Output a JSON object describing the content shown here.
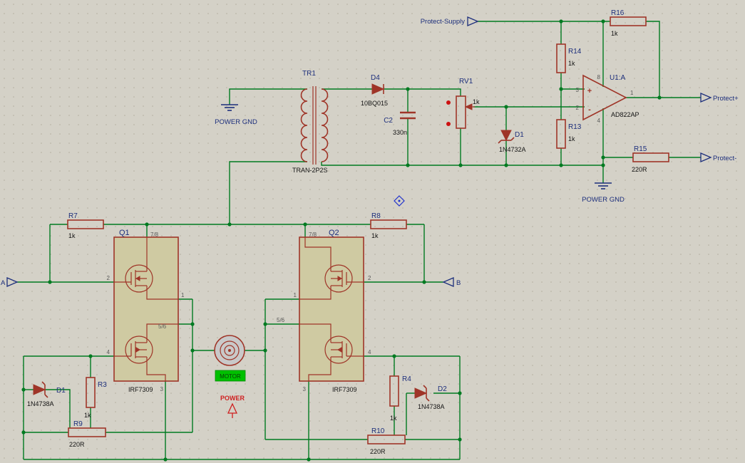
{
  "colors": {
    "background": "#d4d1c7",
    "grid_dot": "#b2ae9e",
    "wire": "#007a21",
    "part": "#9f3528",
    "label": "#1d2f7c",
    "value": "#141414",
    "pin": "#5a5a5a",
    "power_text": "#cf1f1f",
    "highlight": "#00c000",
    "origin_marker": "#2233cc",
    "rv1_dot": "#cc1111",
    "mosfet_fill": "#cfcaa2",
    "motor_fill": "#c9c9c9"
  },
  "terminals": {
    "protect_supply": "Protect-Supply",
    "protect_plus": "Protect+",
    "protect_minus": "Protect-",
    "input_a": "A",
    "input_b": "B",
    "power": "POWER",
    "power_gnd_left": "POWER GND",
    "power_gnd_right": "POWER GND"
  },
  "components": {
    "tr1": {
      "ref": "TR1",
      "value": "TRAN-2P2S"
    },
    "d4": {
      "ref": "D4",
      "value": "10BQ015"
    },
    "c2": {
      "ref": "C2",
      "value": "330n"
    },
    "rv1": {
      "ref": "RV1",
      "value": "1k"
    },
    "d1_zener": {
      "ref": "D1",
      "value": "1N4732A"
    },
    "r14": {
      "ref": "R14",
      "value": "1k"
    },
    "r13": {
      "ref": "R13",
      "value": "1k"
    },
    "r16": {
      "ref": "R16",
      "value": "1k"
    },
    "r15": {
      "ref": "R15",
      "value": "220R"
    },
    "u1": {
      "ref": "U1:A",
      "value": "AD822AP",
      "pin_out": "1",
      "pin_inv": "2",
      "pin_noninv": "3",
      "pin_vneg": "4",
      "pin_vpos": "8",
      "plus": "+",
      "minus": "-"
    },
    "r7": {
      "ref": "R7",
      "value": "1k"
    },
    "r8": {
      "ref": "R8",
      "value": "1k"
    },
    "q1": {
      "ref": "Q1",
      "value": "IRF7309",
      "pin_top": "7/8",
      "pin_gate1": "2",
      "pin_drain1": "1",
      "pin_drain2": "5/6",
      "pin_gate2": "4",
      "pin_bottom": "3"
    },
    "q2": {
      "ref": "Q2",
      "value": "IRF7309",
      "pin_top": "7/8",
      "pin_gate1": "2",
      "pin_drain1": "1",
      "pin_drain2": "5/6",
      "pin_gate2": "4",
      "pin_bottom": "3"
    },
    "motor": {
      "label": "MOTOR"
    },
    "d1_bridge": {
      "ref": "D1",
      "value": "1N4738A"
    },
    "d2_bridge": {
      "ref": "D2",
      "value": "1N4738A"
    },
    "r3": {
      "ref": "R3",
      "value": "1k"
    },
    "r4": {
      "ref": "R4",
      "value": "1k"
    },
    "r9": {
      "ref": "R9",
      "value": "220R"
    },
    "r10": {
      "ref": "R10",
      "value": "220R"
    }
  }
}
